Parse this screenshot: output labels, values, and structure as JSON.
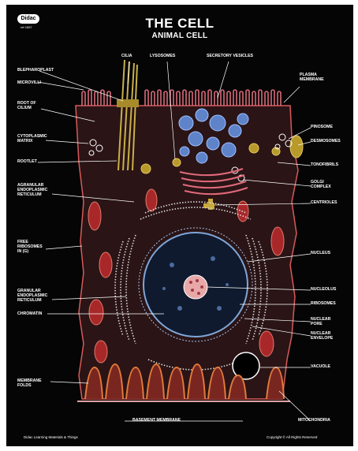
{
  "publisher_logo": "Didac",
  "catalog_no": "ref 1857",
  "title": "THE CELL",
  "subtitle": "ANIMAL CELL",
  "labels": {
    "cilia": "CILIA",
    "lysosomes": "LYSOSOMES",
    "secretory_vesicles": "SECRETORY VESICLES",
    "blepharoplast": "BLEPHAROPLAST",
    "plasma_membrane": "PLASMA\nMEMBRANE",
    "microvilli": "MICROVILLI",
    "root_of_cilium": "ROOT OF\nCILIUM",
    "pinosome": "PINOSOME",
    "cytoplasmic_matrix": "CYTOPLASMIC\nMATRIX",
    "desmosomes": "DESMOSOMES",
    "rootlet": "ROOTLET",
    "tonofibrils": "TONOFIBRILS",
    "golgi_complex": "GOLGI\nCOMPLEX",
    "agranular_er": "AGRANULAR\nENDOPLASMIC\nRETICULUM",
    "centrioles": "CENTRIOLES",
    "free_ribosomes": "FREE\nRIBOSOMES\nIN (G)",
    "nucleus": "NUCLEUS",
    "granular_er": "GRANULAR\nENDOPLASMIC\nRETICULUM",
    "nucleolus": "NUCLEOLUS",
    "chromatin": "CHROMATIN",
    "ribosomes": "RIBOSOMES",
    "nuclear_pore": "NUCLEAR\nPORE",
    "nuclear_envelope": "NUCLEAR\nENVELOPE",
    "vacuole": "VACUOLE",
    "membrane_folds": "MEMBRANE\nFOLDS",
    "basement_membrane": "BASEMENT MEMBRANE",
    "mitochondria": "MITOCHONDRIA"
  },
  "footer": {
    "brand": "Didac Learning Materials & Things",
    "copyright": "Copyright © All Rights Reserved"
  }
}
